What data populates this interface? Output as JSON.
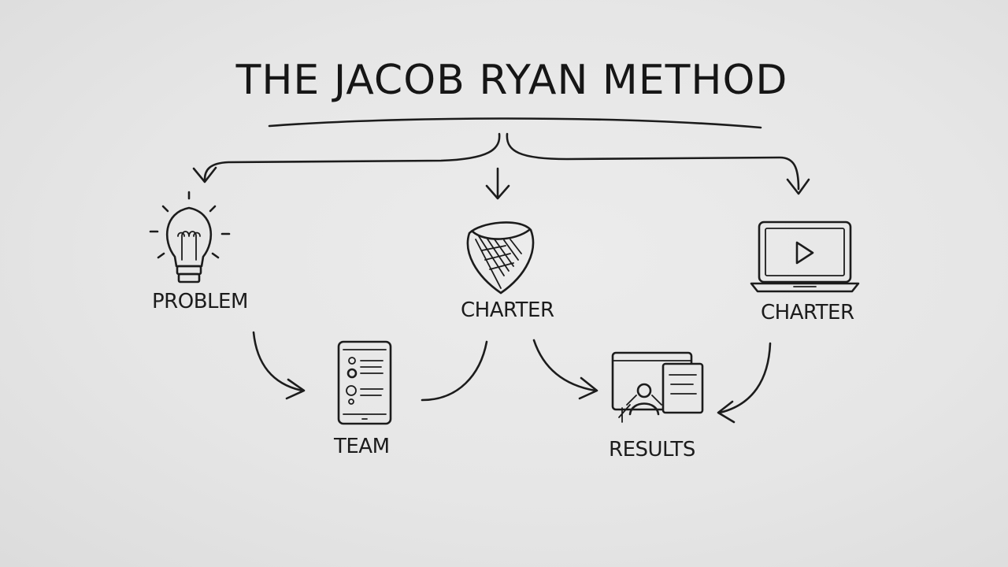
{
  "title": "THE JACOB RYAN METHOD",
  "nodes": {
    "problem": {
      "label": "PROBLEM",
      "icon": "lightbulb-icon"
    },
    "charter_center": {
      "label": "CHARTER",
      "icon": "shield-icon"
    },
    "charter_right": {
      "label": "CHARTER",
      "icon": "laptop-play-icon"
    },
    "team": {
      "label": "TEAM",
      "icon": "tablet-list-icon"
    },
    "results": {
      "label": "RESULTS",
      "icon": "documents-icon"
    }
  },
  "colors": {
    "ink": "#1c1c1c",
    "background": "#e8e8e8"
  }
}
